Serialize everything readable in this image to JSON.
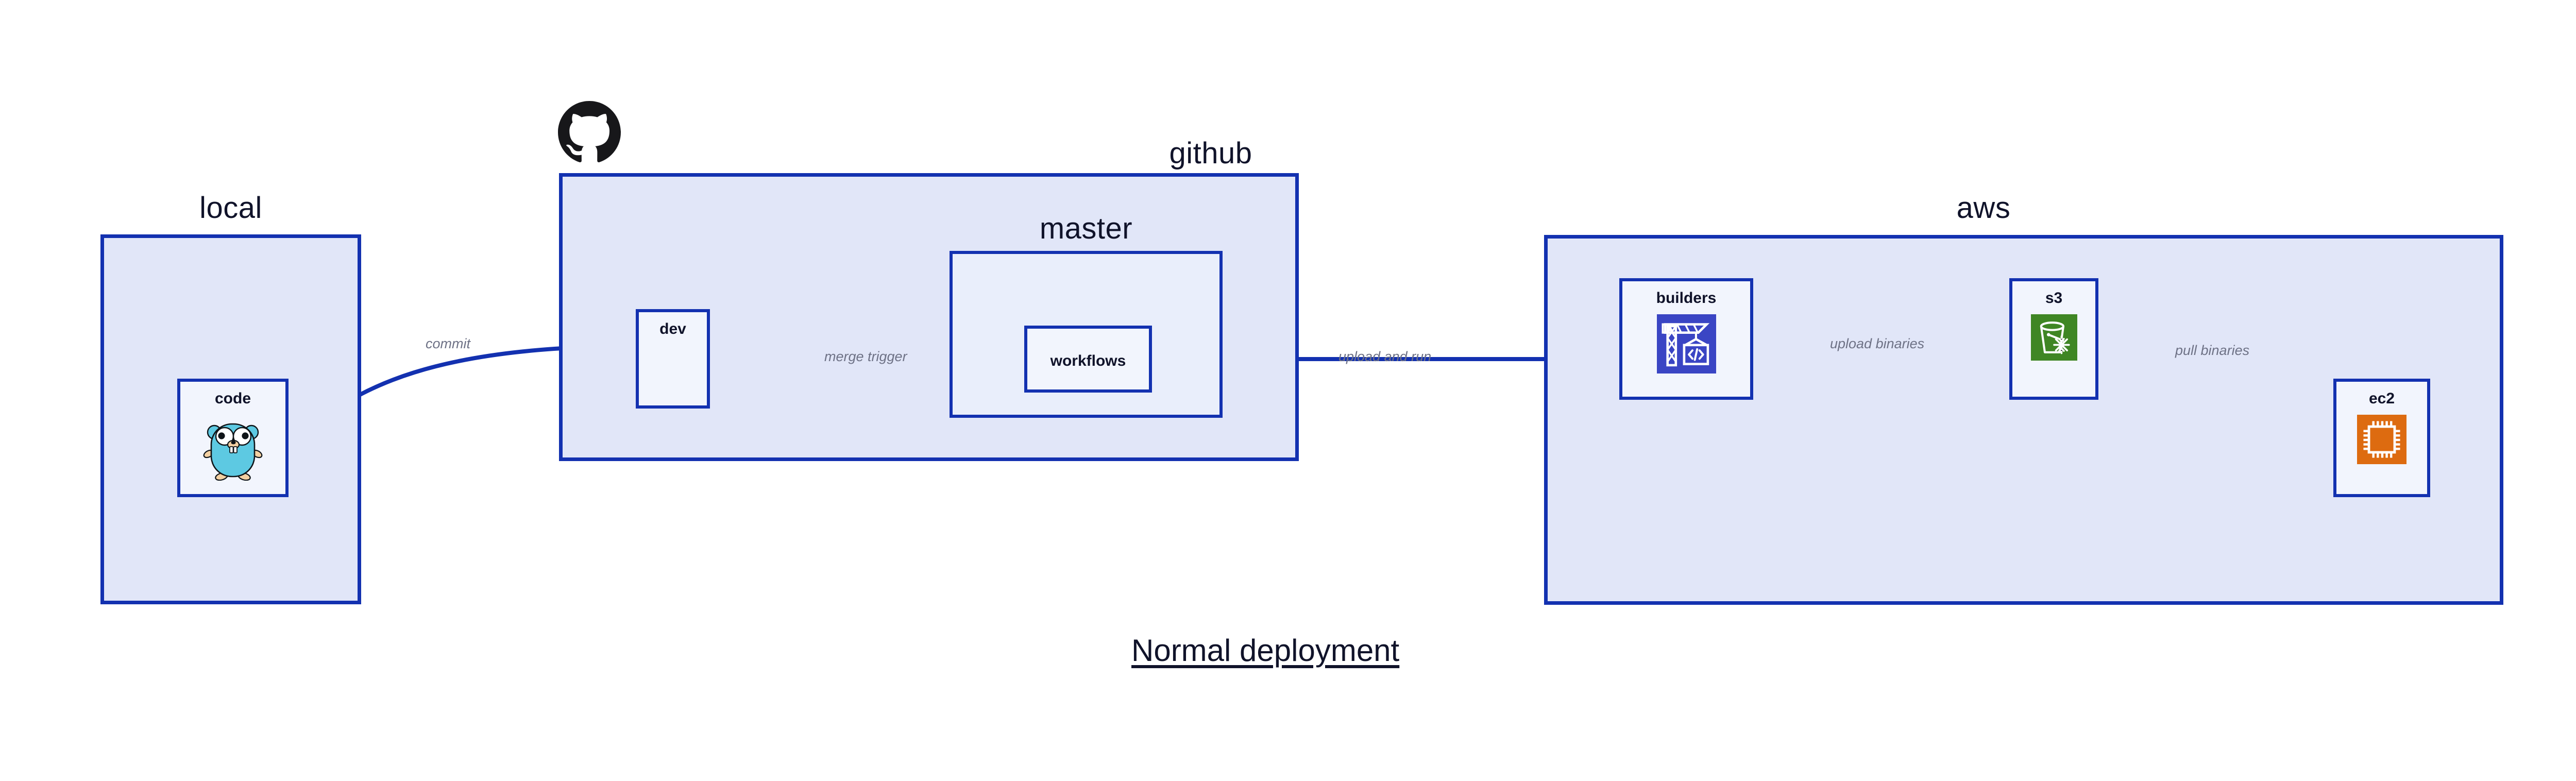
{
  "diagram": {
    "title": "Normal deployment",
    "colors": {
      "group_fill": "#e1e6f8",
      "subgroup_fill": "#e9eefb",
      "node_fill": "#f2f5fd",
      "border": "#1331b0",
      "edge_line": "#1331b0",
      "edge_label_text": "#6e7286",
      "title_text": "#10132a",
      "builders_icon_bg": "#3a45c4",
      "s3_icon_bg": "#3f8624",
      "ec2_icon_bg": "#dd6b10",
      "gopher_body": "#5dc9e2",
      "github_logo": "#17171a"
    },
    "groups": [
      {
        "id": "local",
        "label": "local"
      },
      {
        "id": "github",
        "label": "github"
      },
      {
        "id": "aws",
        "label": "aws"
      }
    ],
    "subgroups": [
      {
        "id": "master",
        "label": "master",
        "parent": "github"
      }
    ],
    "nodes": [
      {
        "id": "code",
        "label": "code",
        "parent": "local",
        "icon": "go-gopher-icon"
      },
      {
        "id": "dev",
        "label": "dev",
        "parent": "github",
        "icon": null
      },
      {
        "id": "workflows",
        "label": "workflows",
        "parent": "master",
        "icon": null
      },
      {
        "id": "builders",
        "label": "builders",
        "parent": "aws",
        "icon": "aws-codebuild-icon"
      },
      {
        "id": "s3",
        "label": "s3",
        "parent": "aws",
        "icon": "aws-s3-glacier-icon"
      },
      {
        "id": "ec2",
        "label": "ec2",
        "parent": "aws",
        "icon": "aws-ec2-chip-icon"
      }
    ],
    "edges": [
      {
        "id": "commit",
        "from": "code",
        "to": "dev",
        "label": "commit"
      },
      {
        "id": "merge-trigger",
        "from": "dev",
        "to": "workflows",
        "label": "merge trigger"
      },
      {
        "id": "upload-and-run",
        "from": "workflows",
        "to": "builders",
        "label": "upload and run"
      },
      {
        "id": "upload-binaries",
        "from": "builders",
        "to": "s3",
        "label": "upload binaries"
      },
      {
        "id": "pull-binaries",
        "from": "s3",
        "to": "ec2",
        "label": "pull binaries"
      }
    ],
    "logos": [
      {
        "id": "github-logo",
        "name": "github-octocat-logo"
      }
    ]
  }
}
